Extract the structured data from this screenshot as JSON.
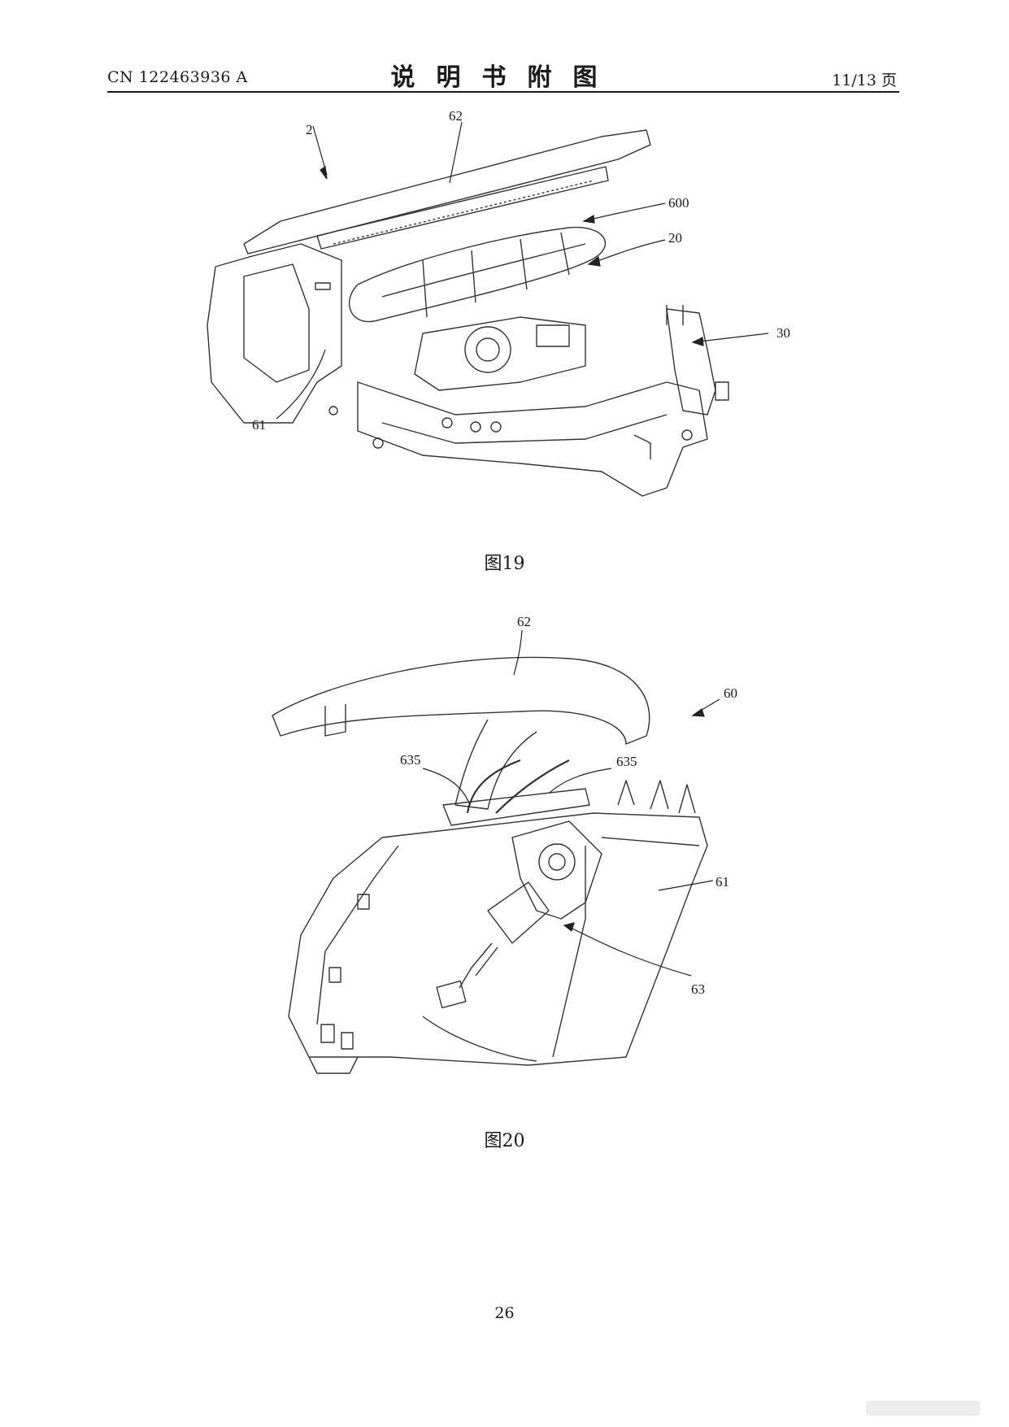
{
  "header": {
    "publication_number": "CN 122463936 A",
    "section_title": "说明书附图",
    "page_counter": "11/13 页"
  },
  "figure19": {
    "caption": "图19",
    "labels": {
      "l2": "2",
      "l62": "62",
      "l600": "600",
      "l20": "20",
      "l30": "30",
      "l61": "61"
    }
  },
  "figure20": {
    "caption": "图20",
    "labels": {
      "l62": "62",
      "l60": "60",
      "l635a": "635",
      "l635b": "635",
      "l61": "61",
      "l63": "63"
    }
  },
  "footer": {
    "page_number": "26"
  }
}
